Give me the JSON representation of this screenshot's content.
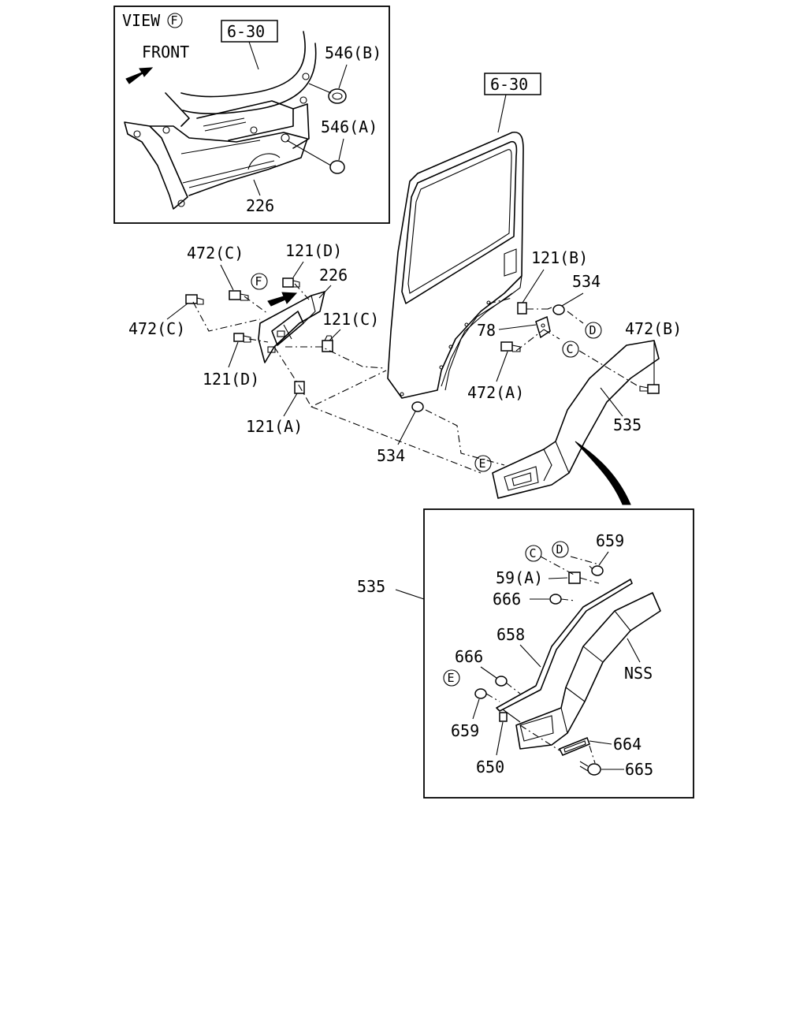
{
  "inset_top": {
    "view_label": "VIEW",
    "view_marker": "F",
    "front_label": "FRONT",
    "ref_box": "6-30",
    "labels": {
      "p546b": "546(B)",
      "p546a": "546(A)",
      "p226": "226"
    }
  },
  "main": {
    "ref_box": "6-30",
    "labels": {
      "p472c_top": "472(C)",
      "p472c_left": "472(C)",
      "p121d_top": "121(D)",
      "p121d_bottom": "121(D)",
      "p226": "226",
      "p121c": "121(C)",
      "p121a": "121(A)",
      "p121b": "121(B)",
      "p534_top": "534",
      "p534_bottom": "534",
      "p78": "78",
      "p472a": "472(A)",
      "p472b": "472(B)",
      "p535": "535"
    },
    "markers": {
      "f": "F",
      "d": "D",
      "c": "C",
      "e": "E"
    }
  },
  "inset_bottom": {
    "outer_label": "535",
    "labels": {
      "p659_top": "659",
      "p59a": "59(A)",
      "p666_top": "666",
      "p658": "658",
      "p666_mid": "666",
      "p659_bottom": "659",
      "p650": "650",
      "nss": "NSS",
      "p664": "664",
      "p665": "665"
    },
    "markers": {
      "c": "C",
      "d": "D",
      "e": "E"
    }
  }
}
